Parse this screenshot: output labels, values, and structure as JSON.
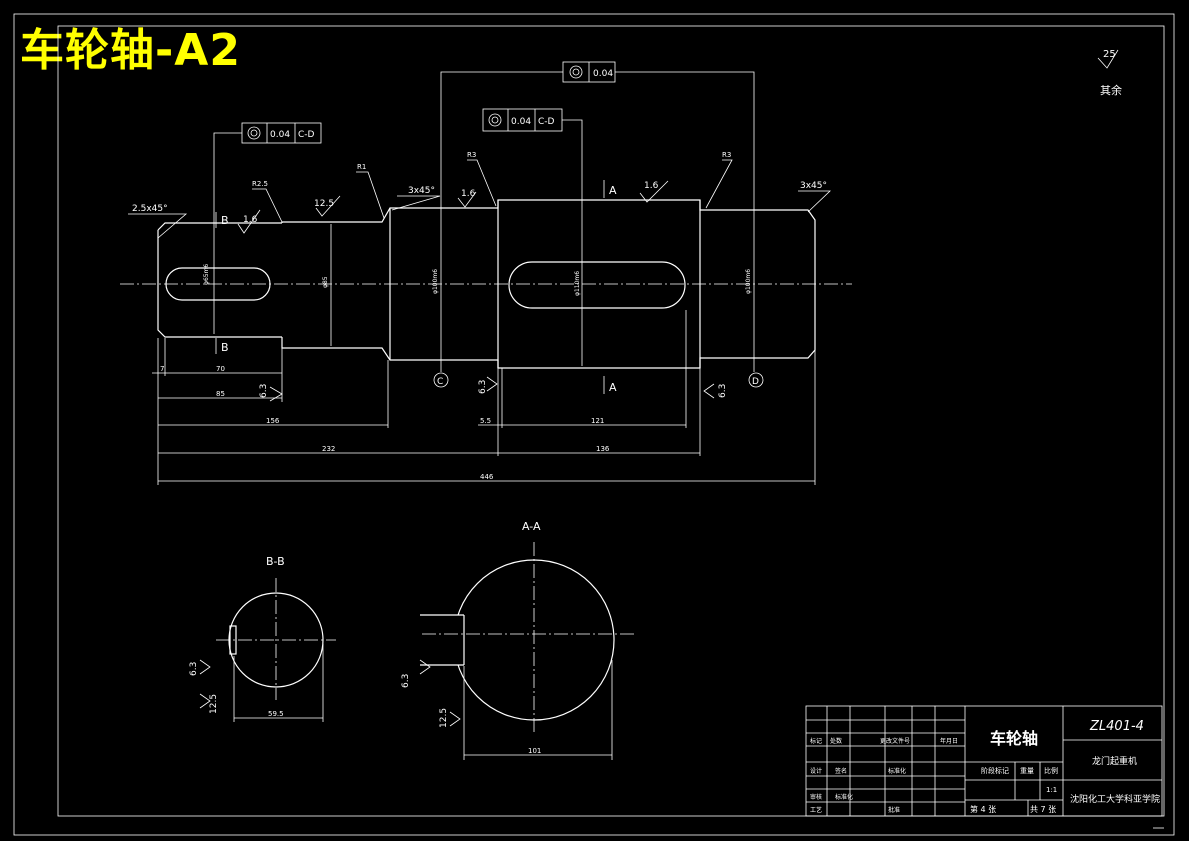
{
  "banner": "车轮轴-A2",
  "roughness_top": {
    "value": "25",
    "note": "其余"
  },
  "tolerances": {
    "top": {
      "value": "0.04"
    },
    "left": {
      "value": "0.04",
      "datum": "C-D"
    },
    "mid": {
      "value": "0.04",
      "datum": "C-D"
    }
  },
  "chamfers": {
    "left": "2.5x45°",
    "mid": "3x45°",
    "right": "3x45°"
  },
  "radii": {
    "r25": "R2.5",
    "r1": "R1",
    "r3a": "R3",
    "r3b": "R3"
  },
  "roughness": {
    "a": "1.6",
    "b": "12.5",
    "c": "1.6",
    "d": "1.6",
    "e": "6.3",
    "f": "6.3",
    "g": "6.3"
  },
  "section_marks": {
    "b": "B",
    "a": "A"
  },
  "datums": {
    "c": "C",
    "d": "D"
  },
  "dims": {
    "d7": "7",
    "d70": "70",
    "d85": "85",
    "d156": "156",
    "d55": "5.5",
    "d121": "121",
    "d232": "232",
    "d136": "136",
    "d446": "446"
  },
  "diams": {
    "d1": "φ65m6",
    "d2": "φ85",
    "d3": "φ100m6",
    "d4": "φ110m6",
    "d5": "φ100m6"
  },
  "sections": {
    "bb": {
      "title": "B-B",
      "r1": "6.3",
      "r2": "12.5",
      "dim": "59.5"
    },
    "aa": {
      "title": "A-A",
      "r1": "6.3",
      "r2": "12.5",
      "dim": "101"
    }
  },
  "title_block": {
    "part_name": "车轮轴",
    "drawing_no": "ZL401-4",
    "machine": "龙门起重机",
    "school": "沈阳化工大学科亚学院",
    "scale_label": "比例",
    "scale": "1:1",
    "sheet": "第 4 张",
    "total": "共 7 张",
    "stage_label": "阶段标记",
    "weight_label": "重量",
    "labels": {
      "mark": "标记",
      "count": "处数",
      "file": "更改文件号",
      "date": "年月日",
      "design": "设计",
      "std": "标准化",
      "check": "审核",
      "craft": "工艺",
      "approve": "批准",
      "sign": "签名",
      "stdz": "标准化"
    }
  }
}
